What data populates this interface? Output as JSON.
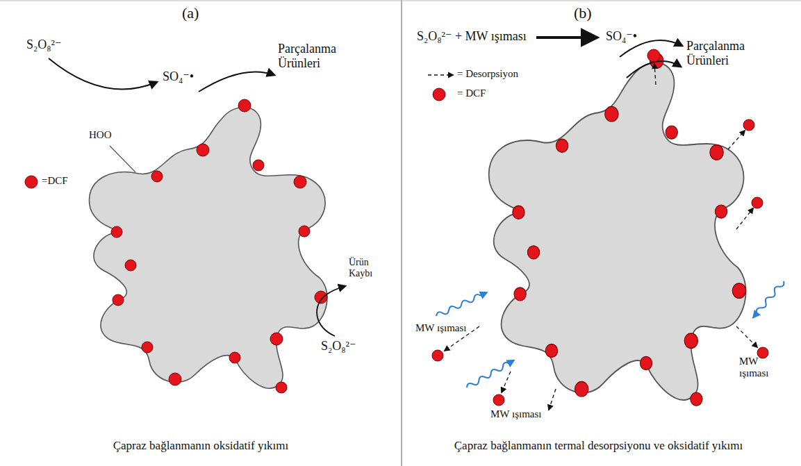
{
  "diagram": {
    "labels": [
      "(a)",
      "S₂O₈²⁻",
      "SO₄⁻•",
      "Parçalanma Ürünleri",
      "HOO",
      "Ürün Kaybı",
      "S₂O₈²⁻",
      "Çapraz bağlanmanın oksidatif yıkımı",
      "(b)",
      "S₂O₈²⁻ + MW ışıması",
      "SO₄⁻•",
      "Parçalanma Ürünleri",
      "MW ışıması",
      "MW ışıması",
      "MW ışıması",
      "Çapraz bağlanmanın termal desorpsiyonu ve oksidatif yıkımı"
    ],
    "legend": [
      {
        "text": "=DCF"
      },
      {
        "text": "= Desorpsiyon"
      },
      {
        "text": "= DCF"
      }
    ]
  }
}
